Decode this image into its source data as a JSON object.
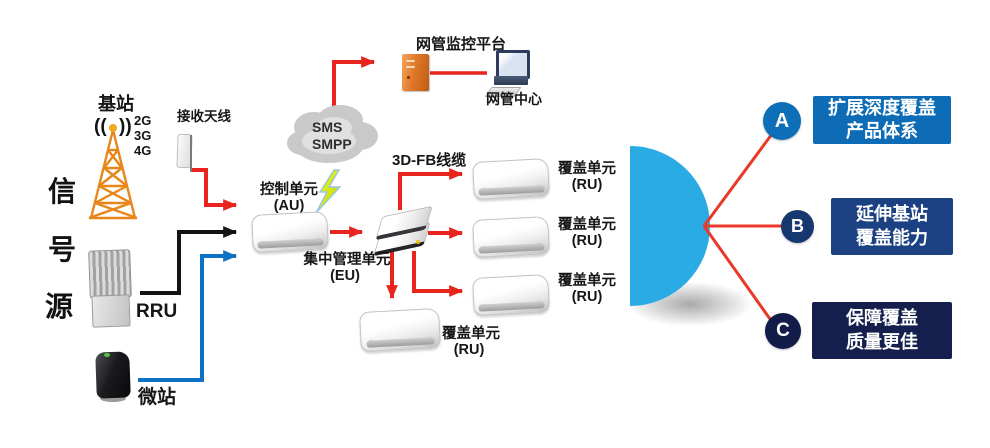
{
  "colors": {
    "arrow_red": "#e8251d",
    "line_black": "#141414",
    "line_blue": "#0e72c4",
    "benefit_line_red": "#e8392a",
    "dome_blue": "#2aabe3",
    "tower_orange": "#e8861a",
    "server_orange": "#dd7527",
    "circle_a": "#0c6fb8",
    "circle_b": "#16386f",
    "circle_c": "#111c49",
    "box_a": "#0d6cb5",
    "box_b": "#1c4183",
    "box_c": "#141f4d"
  },
  "signal_source": {
    "char1": "信",
    "char2": "号",
    "char3": "源"
  },
  "base_station": {
    "label": "基站",
    "gen1": "2G",
    "gen2": "3G",
    "gen3": "4G",
    "symbol_left": "((",
    "symbol_right": "))"
  },
  "antenna": {
    "label": "接收天线"
  },
  "rru": {
    "label": "RRU"
  },
  "micro_station": {
    "label": "微站"
  },
  "control_unit": {
    "label": "控制单元",
    "sub": "(AU)"
  },
  "management_unit": {
    "label": "集中管理单元",
    "sub": "(EU)"
  },
  "cloud": {
    "line1": "SMS",
    "line2": "SMPP"
  },
  "nms": {
    "platform": "网管监控平台",
    "center": "网管中心"
  },
  "cable": {
    "label": "3D-FB线缆"
  },
  "ru_units": [
    {
      "label": "覆盖单元",
      "sub": "(RU)"
    },
    {
      "label": "覆盖单元",
      "sub": "(RU)"
    },
    {
      "label": "覆盖单元",
      "sub": "(RU)"
    },
    {
      "label": "覆盖单元",
      "sub": "(RU)"
    }
  ],
  "benefits": [
    {
      "letter": "A",
      "line1": "扩展深度覆盖",
      "line2": "产品体系"
    },
    {
      "letter": "B",
      "line1": "延伸基站",
      "line2": "覆盖能力"
    },
    {
      "letter": "C",
      "line1": "保障覆盖",
      "line2": "质量更佳"
    }
  ]
}
